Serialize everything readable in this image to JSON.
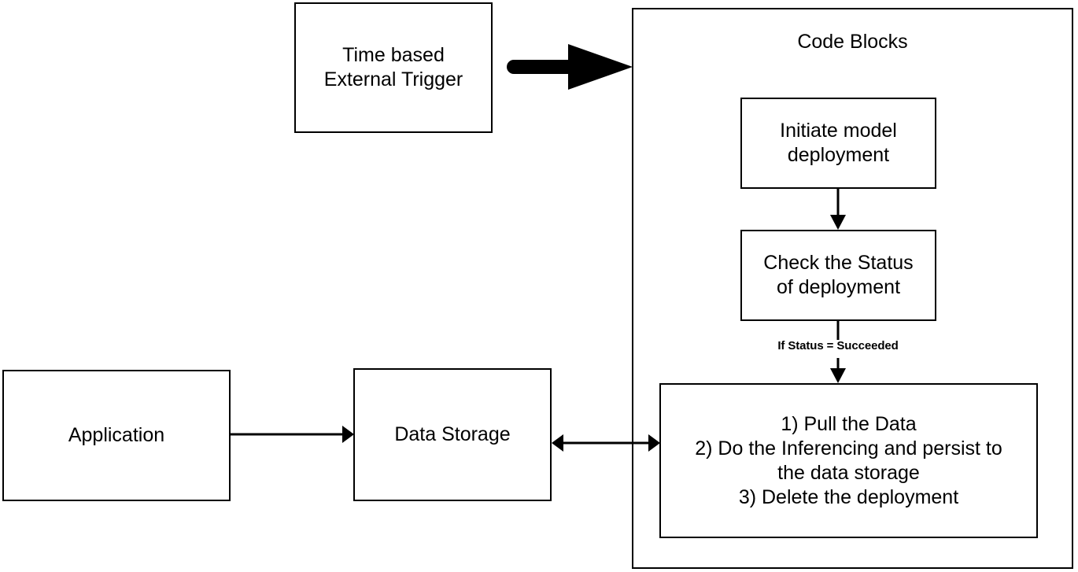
{
  "diagram": {
    "title_visible": false,
    "background": "#ffffff",
    "stroke": "#000000",
    "nodes": {
      "trigger": {
        "label": "Time based\nExternal Trigger"
      },
      "container": {
        "title": "Code Blocks"
      },
      "initiate": {
        "label": "Initiate model\ndeployment"
      },
      "check": {
        "label": "Check the Status\nof deployment"
      },
      "steps": {
        "label": "1) Pull the Data\n2) Do the Inferencing and persist to\nthe data storage\n3) Delete the deployment"
      },
      "application": {
        "label": "Application"
      },
      "storage": {
        "label": "Data Storage"
      }
    },
    "edges": {
      "trigger_to_container": {
        "label": "",
        "style": "block-arrow",
        "direction": "right"
      },
      "initiate_to_check": {
        "label": "",
        "style": "thin-arrow",
        "direction": "down"
      },
      "check_to_steps": {
        "label": "If Status = Succeeded",
        "style": "thin-arrow",
        "direction": "down"
      },
      "application_to_storage": {
        "label": "",
        "style": "thin-arrow",
        "direction": "right"
      },
      "storage_to_steps": {
        "label": "",
        "style": "thin-arrow",
        "direction": "both"
      }
    }
  }
}
